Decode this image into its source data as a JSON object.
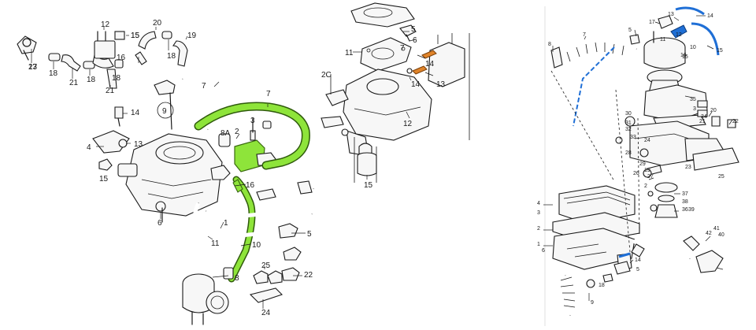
{
  "colors": {
    "highlight_green": "#8ee43a",
    "highlight_orange": "#e0842a",
    "highlight_blue": "#1f6fd6",
    "line": "#1a1a1a",
    "background": "#ffffff"
  },
  "left_panel": {
    "callouts": [
      "17",
      "18",
      "21",
      "18",
      "12",
      "15",
      "20",
      "18",
      "19",
      "21",
      "16",
      "18",
      "15",
      "7",
      "9",
      "14",
      "7",
      "8A",
      "2",
      "3",
      "4",
      "13",
      "15",
      "16",
      "6",
      "1",
      "11",
      "10",
      "8",
      "5",
      "25",
      "22",
      "24",
      "23"
    ]
  },
  "middle_panel": {
    "callouts": [
      "5",
      "6",
      "11",
      "7",
      "14",
      "2C",
      "14",
      "13",
      "12",
      "15"
    ]
  },
  "right_panel": {
    "callouts": [
      "13",
      "14",
      "15",
      "8",
      "7",
      "5",
      "17",
      "11",
      "12",
      "16",
      "10",
      "15",
      "35",
      "3",
      "34",
      "30",
      "31",
      "32",
      "33",
      "20",
      "22",
      "21",
      "24",
      "28",
      "29",
      "19",
      "27",
      "25",
      "26",
      "23",
      "2",
      "37",
      "38",
      "36",
      "39",
      "4",
      "3",
      "2",
      "1",
      "6",
      "42",
      "41",
      "40",
      "14",
      "5",
      "18",
      "9"
    ]
  }
}
